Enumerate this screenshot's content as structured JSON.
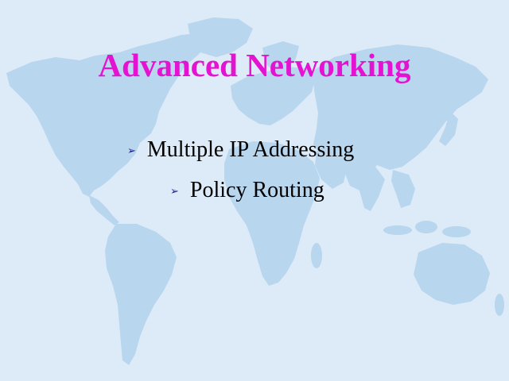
{
  "colors": {
    "background": "#dcebf7",
    "map": "#b8d6ee",
    "title": "#e413d1",
    "text": "#000000",
    "bullet_marker": "#1a1a8c"
  },
  "background_image": "world-map",
  "title": "Advanced Networking",
  "bullets": [
    {
      "marker_icon": "arrowhead-bullet-icon",
      "marker": "➢",
      "text": "Multiple IP Addressing"
    },
    {
      "marker_icon": "arrowhead-bullet-icon",
      "marker": "➢",
      "text": "Policy Routing"
    }
  ]
}
